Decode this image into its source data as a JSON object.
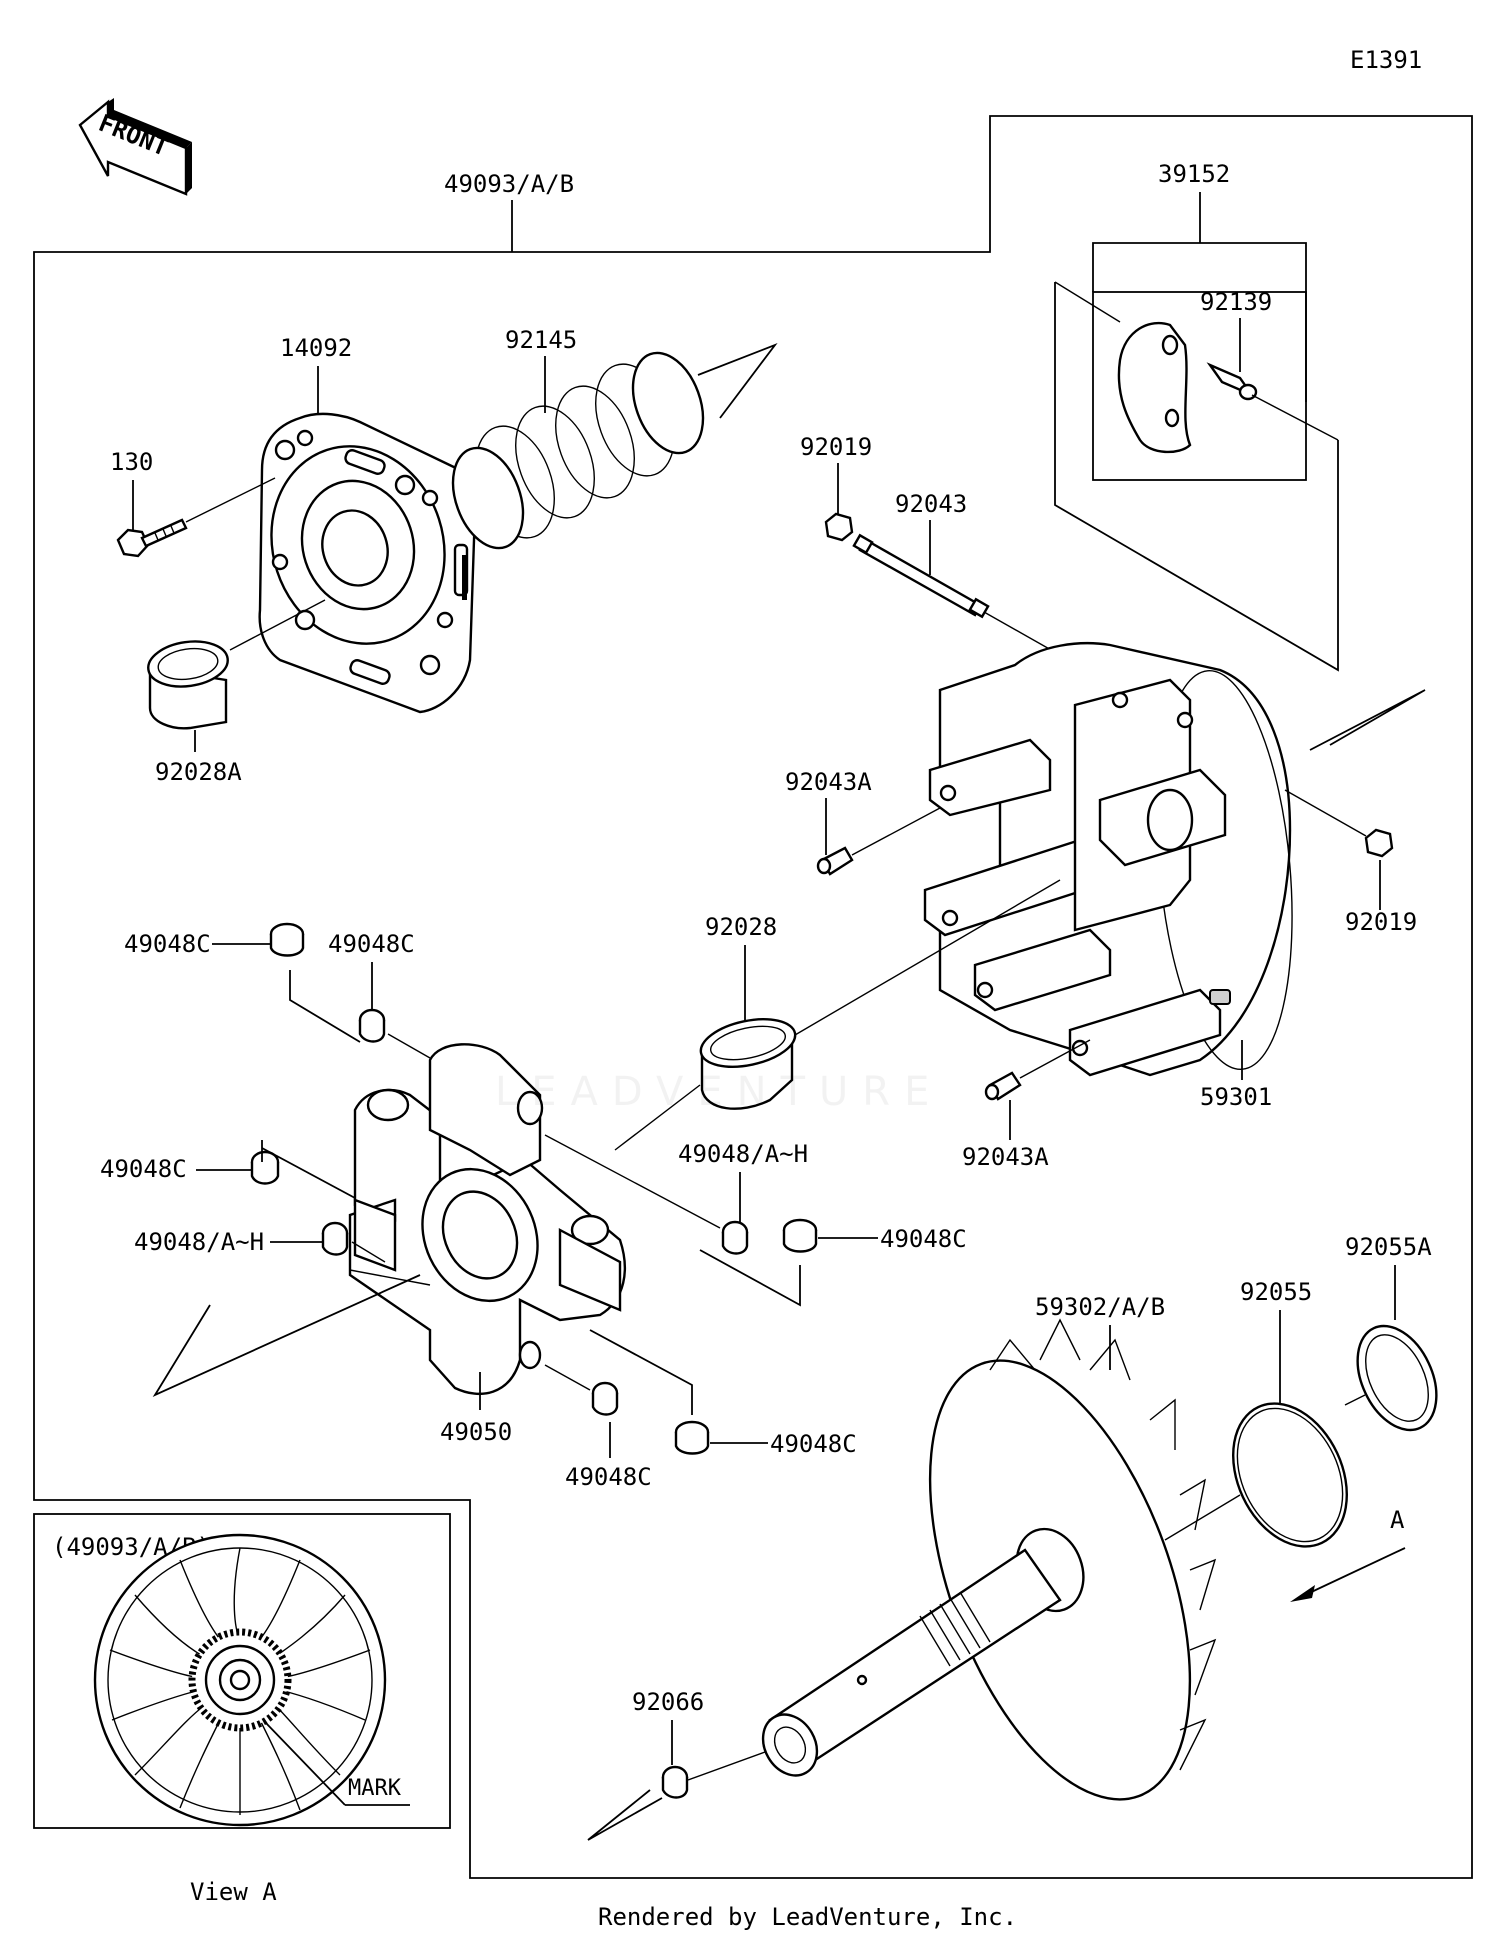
{
  "diagram_code": "E1391",
  "front_label": "FRONT",
  "labels": {
    "p49093": "49093/A/B",
    "p39152": "39152",
    "p92139": "92139",
    "p14092": "14092",
    "p92145": "92145",
    "p130": "130",
    "p92028A": "92028A",
    "p92019_top": "92019",
    "p92043": "92043",
    "p92043A_left": "92043A",
    "p92019_right": "92019",
    "p92028": "92028",
    "p59301": "59301",
    "p92043A_bottom": "92043A",
    "p49048C_1": "49048C",
    "p49048C_2": "49048C",
    "p49048AH_right": "49048/A~H",
    "p49048C_3": "49048C",
    "p49048AH_left": "49048/A~H",
    "p49048C_4": "49048C",
    "p49050": "49050",
    "p49048C_5": "49048C",
    "p49048C_6": "49048C",
    "p59302": "59302/A/B",
    "p92055": "92055",
    "p92055A": "92055A",
    "arrow_A": "A",
    "p92066": "92066"
  },
  "inset": {
    "title": "(49093/A/B)",
    "mark_label": "MARK",
    "view_label": "View A"
  },
  "footer": "Rendered by LeadVenture, Inc.",
  "watermark": "LEADVENTURE"
}
